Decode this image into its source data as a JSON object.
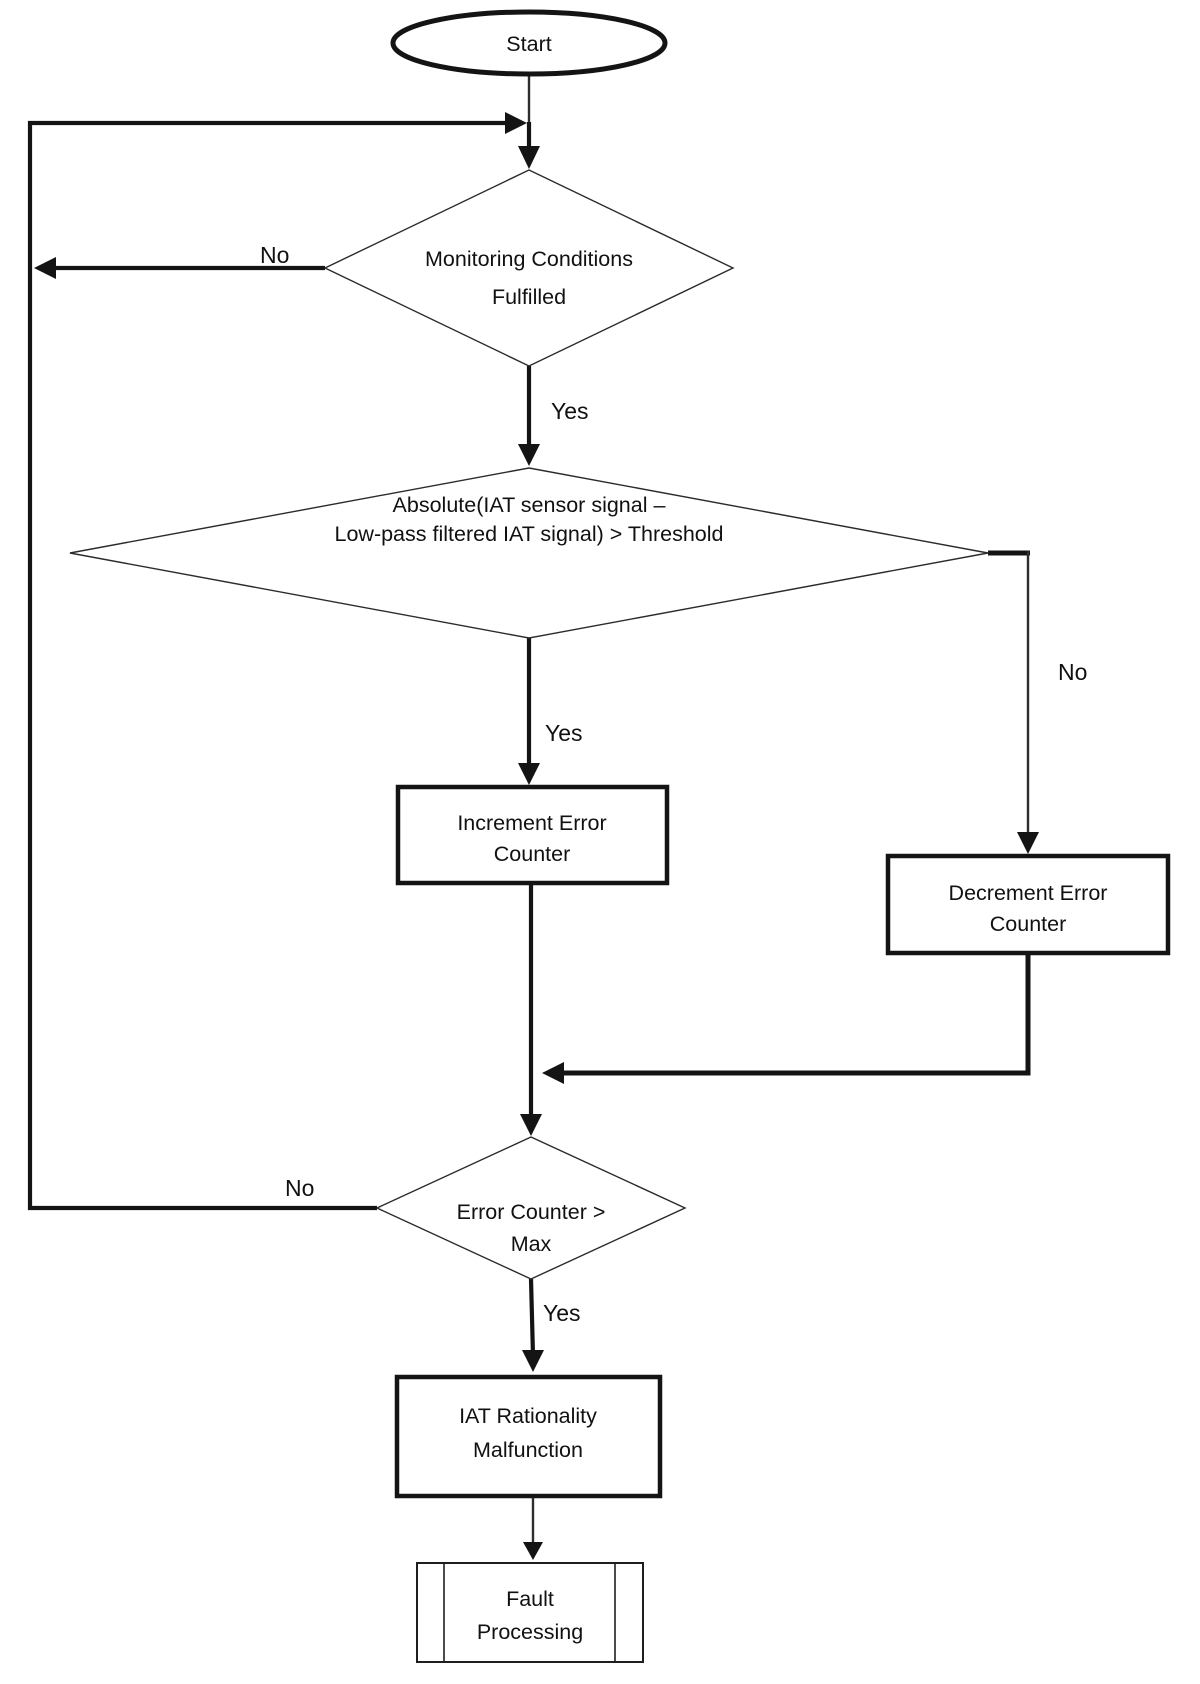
{
  "figure": {
    "type": "flowchart",
    "background": "#ffffff",
    "line_color": "#141414",
    "text_color": "#111111",
    "nodes": {
      "start": {
        "shape": "terminator",
        "label": "Start"
      },
      "monitoring_conditions": {
        "shape": "decision",
        "text_line1": "Monitoring Conditions",
        "text_line2": "Fulfilled"
      },
      "iat_threshold": {
        "shape": "decision",
        "text_line1": "Absolute(IAT sensor signal –",
        "text_line2": "Low-pass filtered IAT signal) > Threshold"
      },
      "increment_counter": {
        "shape": "process",
        "text_line1": "Increment Error",
        "text_line2": "Counter"
      },
      "decrement_counter": {
        "shape": "process",
        "text_line1": "Decrement Error",
        "text_line2": "Counter"
      },
      "error_counter_max": {
        "shape": "decision",
        "text_line1": "Error Counter >",
        "text_line2": "Max"
      },
      "iat_malfunction": {
        "shape": "process",
        "text_line1": "IAT Rationality",
        "text_line2": "Malfunction"
      },
      "fault_processing": {
        "shape": "predefined-process",
        "text_line1": "Fault",
        "text_line2": "Processing"
      }
    },
    "edge_labels": {
      "monitoring_no": "No",
      "monitoring_yes": "Yes",
      "threshold_yes": "Yes",
      "threshold_no": "No",
      "max_no": "No",
      "max_yes": "Yes"
    }
  }
}
